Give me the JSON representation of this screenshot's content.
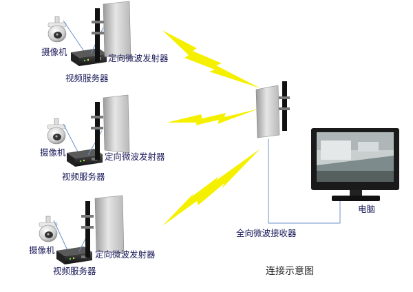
{
  "labels": {
    "camera": "摄像机",
    "video_server": "视频服务器",
    "directional_tx": "定向微波发射器",
    "omni_rx": "全向微波接收器",
    "computer": "电脑",
    "caption": "连接示意图"
  },
  "colors": {
    "bolt": "#f5f000",
    "link_line": "#6a8fc8",
    "label_text": "#1a1a5a"
  }
}
